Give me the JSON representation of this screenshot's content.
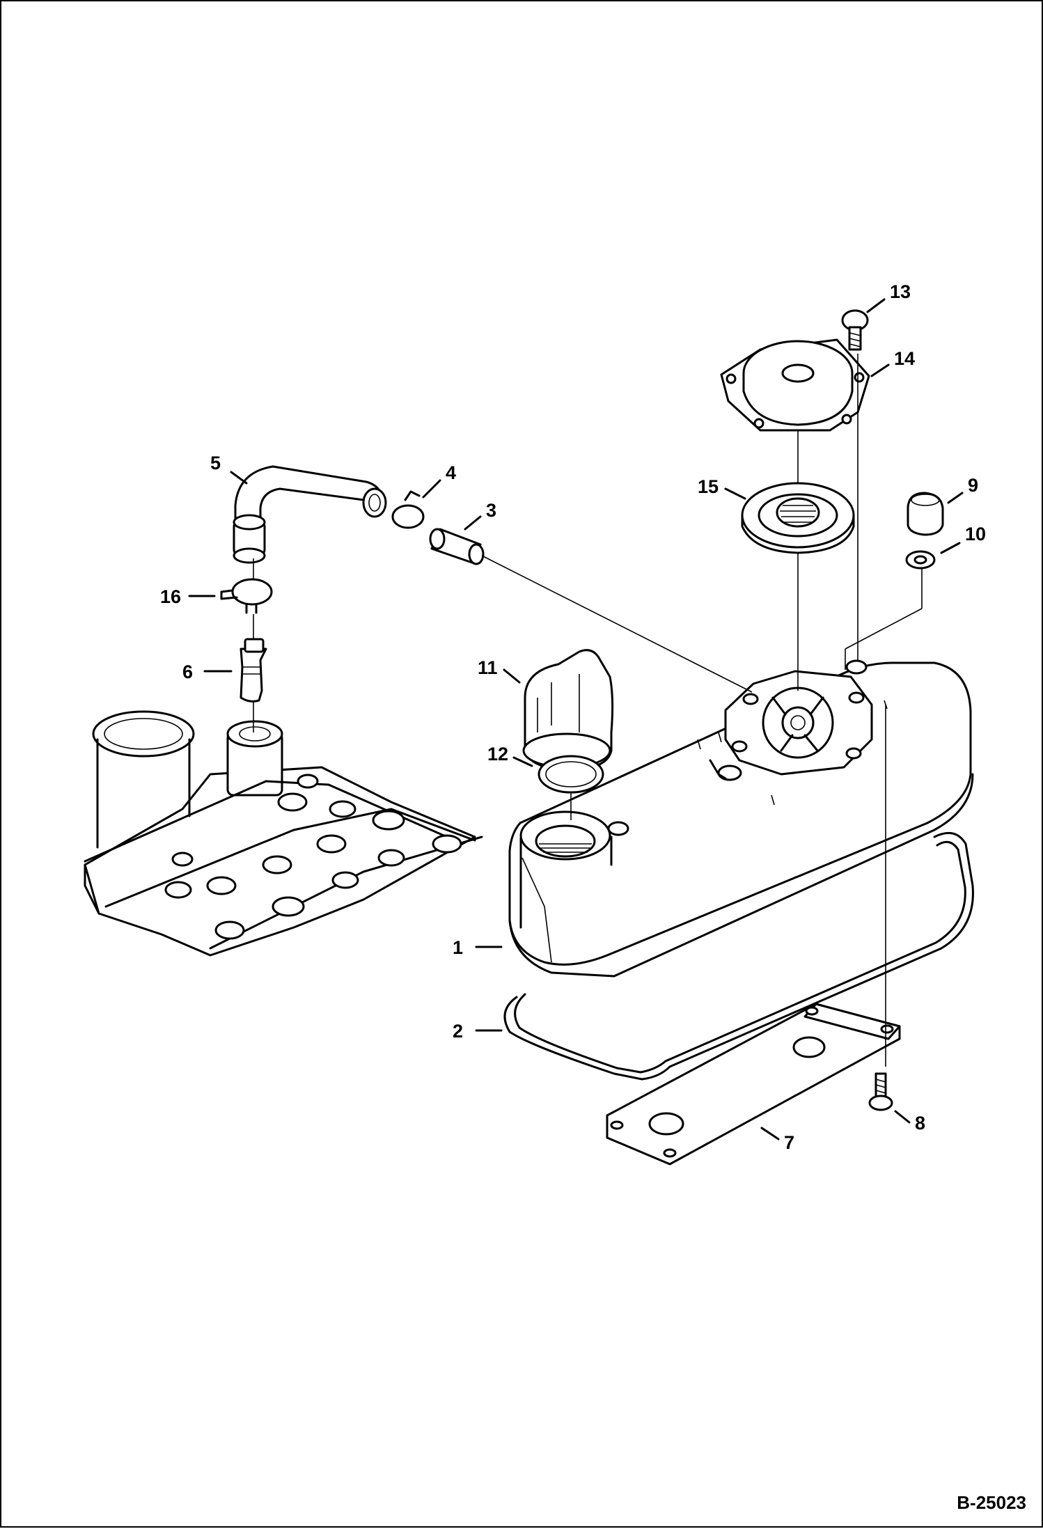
{
  "document_id": "B-25023",
  "callouts": [
    {
      "id": "1",
      "label": "1"
    },
    {
      "id": "2",
      "label": "2"
    },
    {
      "id": "3",
      "label": "3"
    },
    {
      "id": "4",
      "label": "4"
    },
    {
      "id": "5",
      "label": "5"
    },
    {
      "id": "6",
      "label": "6"
    },
    {
      "id": "7",
      "label": "7"
    },
    {
      "id": "8",
      "label": "8"
    },
    {
      "id": "9",
      "label": "9"
    },
    {
      "id": "10",
      "label": "10"
    },
    {
      "id": "11",
      "label": "11"
    },
    {
      "id": "12",
      "label": "12"
    },
    {
      "id": "13",
      "label": "13"
    },
    {
      "id": "14",
      "label": "14"
    },
    {
      "id": "15",
      "label": "15"
    },
    {
      "id": "16",
      "label": "16"
    }
  ]
}
